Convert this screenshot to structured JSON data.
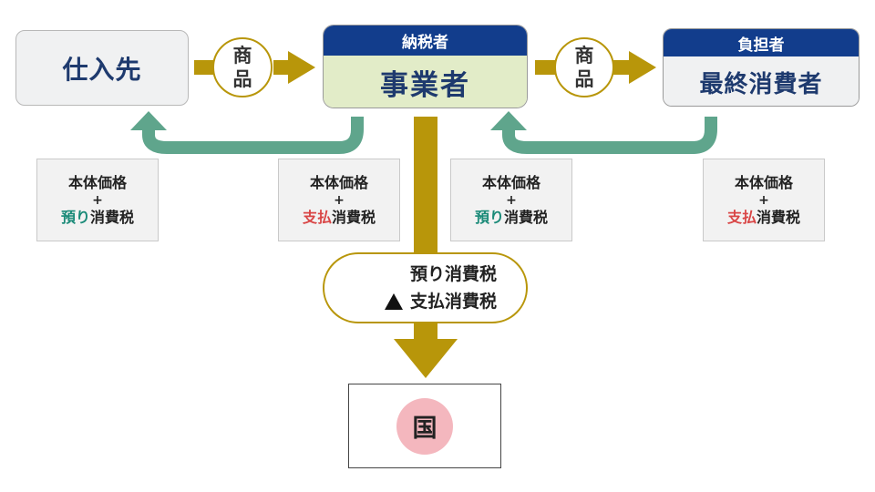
{
  "supplier": {
    "label": "仕入先"
  },
  "business": {
    "header": "納税者",
    "label": "事業者"
  },
  "consumer": {
    "header": "負担者",
    "label": "最終消費者"
  },
  "goods": {
    "char1": "商",
    "char2": "品"
  },
  "price_boxes": [
    {
      "line1": "本体価格",
      "plus": "+",
      "highlight": "預り",
      "suffix": "消費税",
      "highlight_color": "#1a8a78"
    },
    {
      "line1": "本体価格",
      "plus": "+",
      "highlight": "支払",
      "suffix": "消費税",
      "highlight_color": "#d94646"
    },
    {
      "line1": "本体価格",
      "plus": "+",
      "highlight": "預り",
      "suffix": "消費税",
      "highlight_color": "#1a8a78"
    },
    {
      "line1": "本体価格",
      "plus": "+",
      "highlight": "支払",
      "suffix": "消費税",
      "highlight_color": "#d94646"
    }
  ],
  "tax_calc": {
    "line1": "預り消費税",
    "line2": "支払消費税"
  },
  "country": {
    "label": "国"
  },
  "colors": {
    "navy": "#123d8c",
    "gold": "#b8960a",
    "teal_arrow": "#5fa58c",
    "business_fill": "#e2ecc8",
    "country_fill": "#f4b7be"
  }
}
